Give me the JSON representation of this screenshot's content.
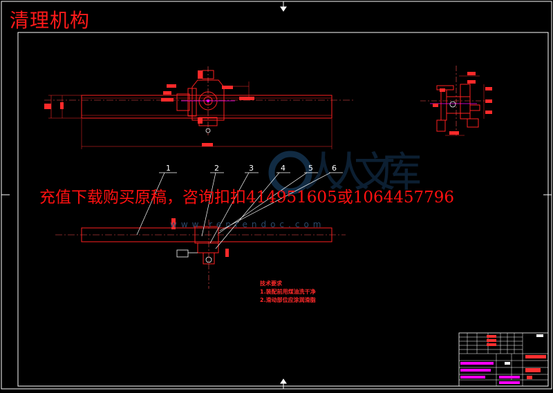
{
  "drawing_title": "清理机构",
  "promo_text": "充值下载购买原稿，咨询扣扣414951605或1064457796",
  "watermark_url": "www.renrendoc.com",
  "notes": {
    "heading": "技术要求",
    "line1": "1.装配前用煤油洗干净",
    "line2": "2.滑动部位应涂润滑脂"
  },
  "part_numbers": [
    "1",
    "2",
    "3",
    "4",
    "5",
    "6"
  ],
  "colors": {
    "background": "#000000",
    "frame": "#ffffff",
    "part_outline": "#ff2020",
    "dimension": "#ff2a2a",
    "centerline": "#ff5050",
    "accent": "#ff00ff"
  }
}
